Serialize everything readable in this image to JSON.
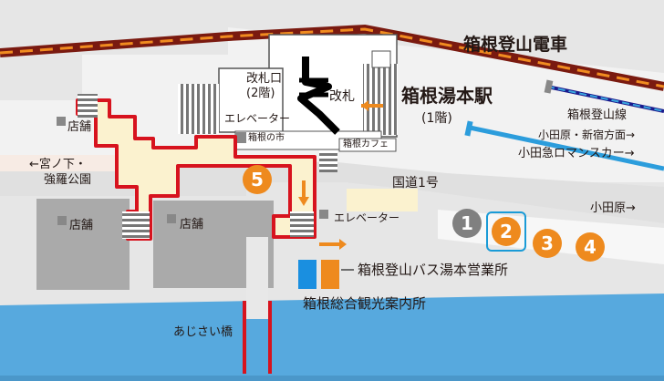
{
  "rail": {
    "tozan_line_name": "箱根登山電車"
  },
  "station": {
    "name": "箱根湯本駅",
    "floor": "(1階)",
    "gate_label": "改札口",
    "gate_floor": "(2階)",
    "gate_mark": "改札",
    "elevator_upper": "エレベーター",
    "elevator_lower": "エレベーター",
    "shop_hakone_market": "箱根の市",
    "shop_hakone_cafe": "箱根カフェ",
    "platform_tozan_line": "箱根登山線",
    "platform_odakyu_direction": "小田原・新宿方面→",
    "platform_romancecar": "小田急ロマンスカー→"
  },
  "roads": {
    "route1": "国道1号",
    "miyanoshita": "←宮ノ下・",
    "gora_park": "強羅公園",
    "odawara": "小田原→",
    "ajisai_bridge": "あじさい橋"
  },
  "shops": {
    "shop_label": "店舗"
  },
  "facilities": {
    "bus_office": "箱根登山バス湯本営業所",
    "tourist_info": "箱根総合観光案内所"
  },
  "stops": [
    {
      "number": "1",
      "color": "#808080"
    },
    {
      "number": "2",
      "color": "#ee8a1e",
      "selected": true
    },
    {
      "number": "3",
      "color": "#ee8a1e"
    },
    {
      "number": "4",
      "color": "#ee8a1e"
    },
    {
      "number": "5",
      "color": "#ee8a1e"
    }
  ],
  "colors": {
    "accent_orange": "#ee8a1e",
    "walkway_red": "#d7131e",
    "river_blue": "#57a9de",
    "shop_gray": "#aaaaaa",
    "selection_blue": "#1a9bd7"
  }
}
